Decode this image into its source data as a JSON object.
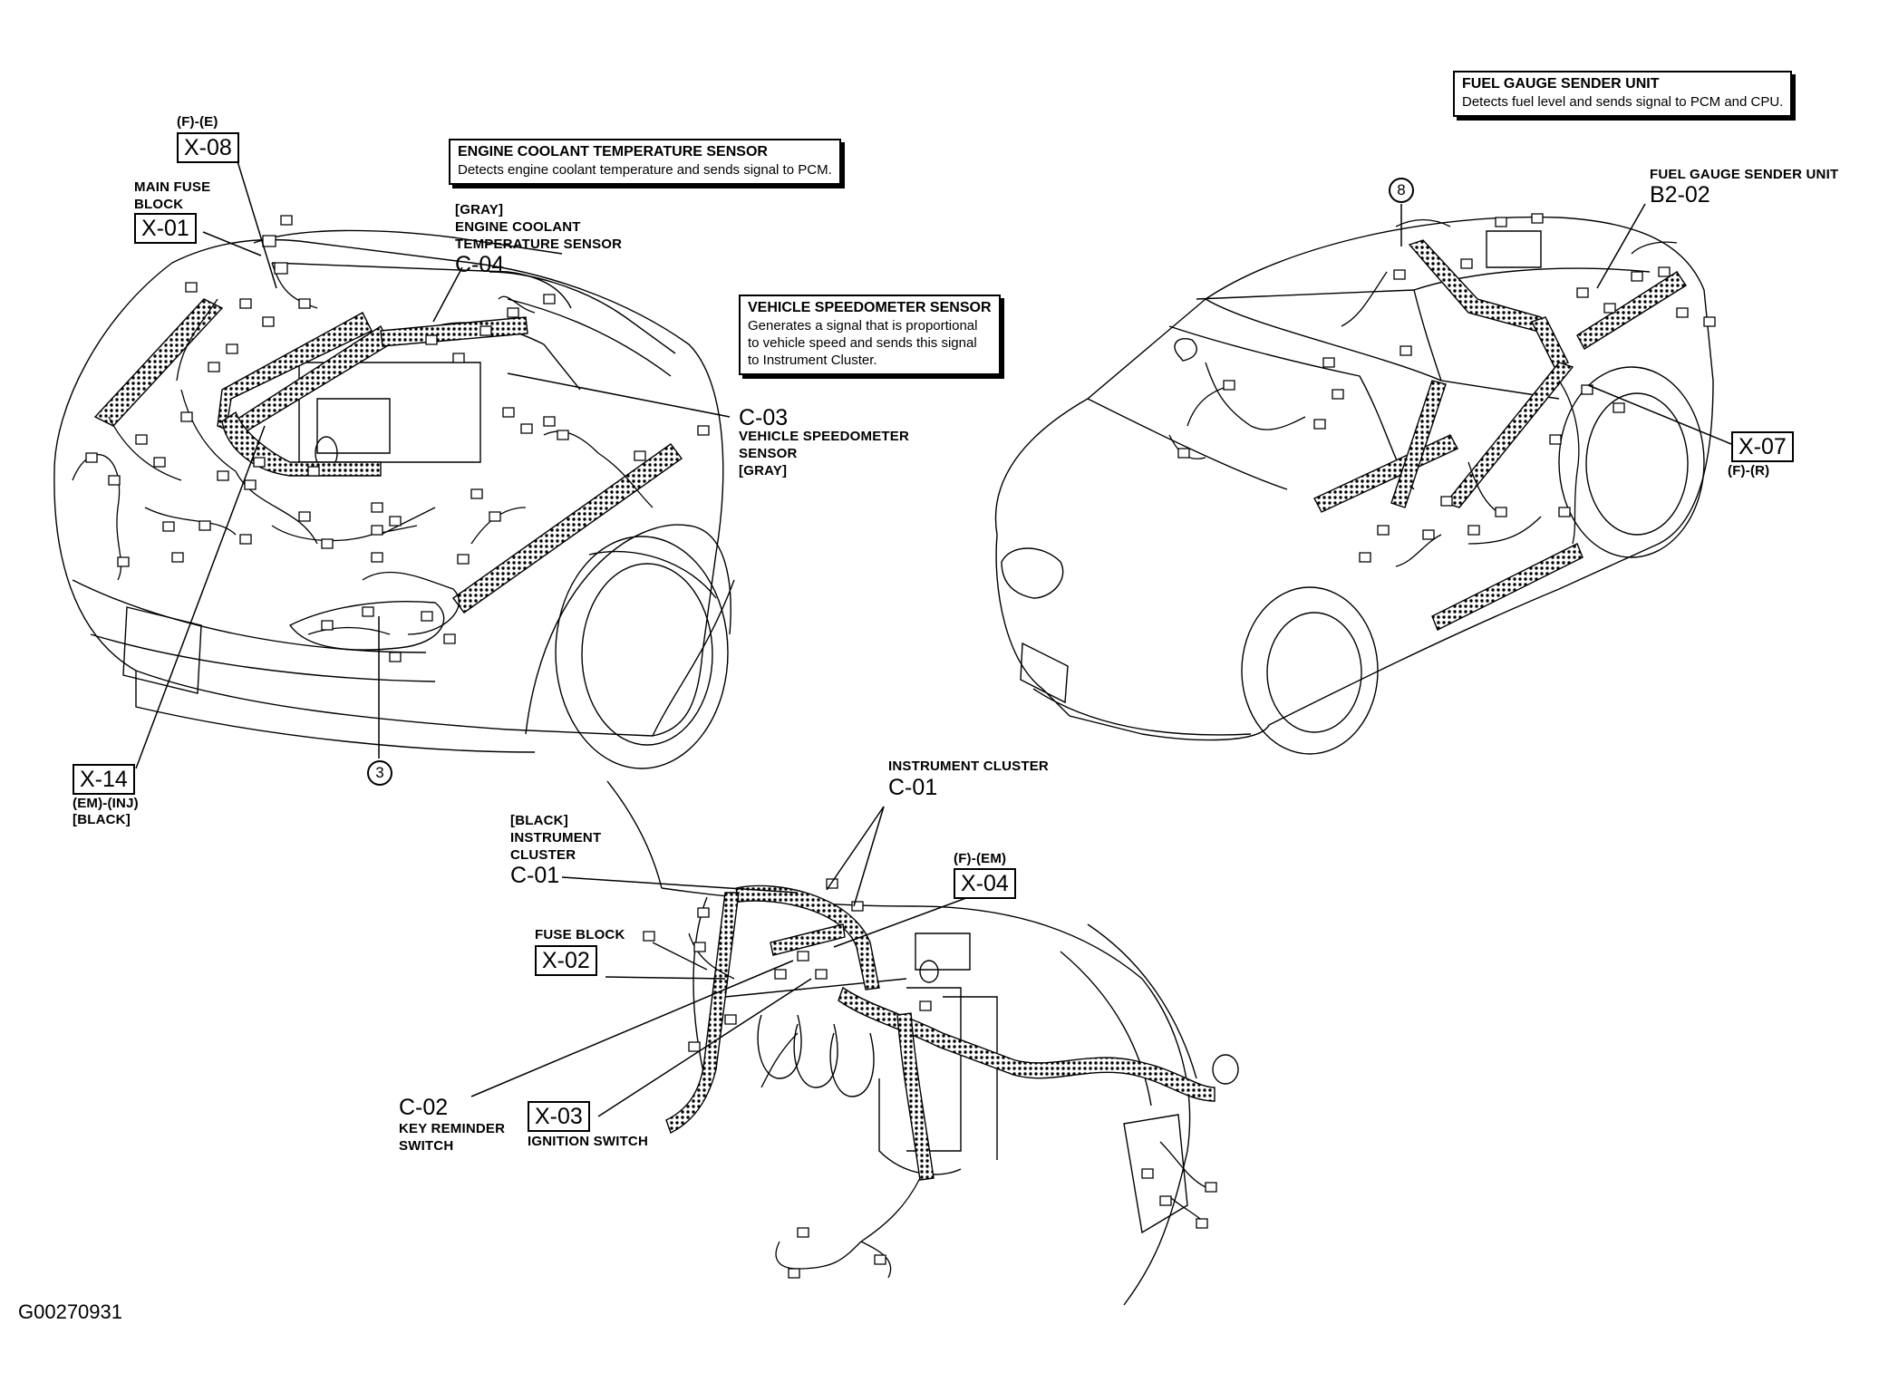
{
  "figure_id": "G00270931",
  "info_boxes": {
    "ect": {
      "title": "ENGINE COOLANT TEMPERATURE SENSOR",
      "desc": [
        "Detects engine coolant temperature and sends signal to PCM."
      ]
    },
    "vss": {
      "title": "VEHICLE SPEEDOMETER SENSOR",
      "desc": [
        "Generates a signal that is proportional",
        "to vehicle speed and sends this signal",
        "to Instrument Cluster."
      ]
    },
    "fuel": {
      "title": "FUEL GAUGE SENDER UNIT",
      "desc": [
        "Detects fuel level and sends signal to PCM and CPU."
      ]
    }
  },
  "front_view": {
    "x08": {
      "code": "X-08",
      "sub": "(F)-(E)"
    },
    "x01": {
      "code": "X-01",
      "label": [
        "MAIN FUSE",
        "BLOCK"
      ]
    },
    "c04": {
      "code": "C-04",
      "label": [
        "[GRAY]",
        "ENGINE COOLANT",
        "TEMPERATURE SENSOR"
      ]
    },
    "c03": {
      "code": "C-03",
      "label": [
        "VEHICLE SPEEDOMETER",
        "SENSOR",
        "[GRAY]"
      ]
    },
    "x14": {
      "code": "X-14",
      "label": [
        "(EM)-(INJ)",
        "[BLACK]"
      ]
    },
    "ground": "3"
  },
  "rear_view": {
    "b202": {
      "code": "B2-02",
      "label": "FUEL GAUGE SENDER UNIT"
    },
    "x07": {
      "code": "X-07",
      "sub": "(F)-(R)"
    },
    "ground": "8"
  },
  "dash_view": {
    "c01_top": {
      "code": "C-01",
      "label": "INSTRUMENT CLUSTER"
    },
    "c01_left": {
      "code": "C-01",
      "label": [
        "[BLACK]",
        "INSTRUMENT",
        "CLUSTER"
      ]
    },
    "x04": {
      "code": "X-04",
      "sub": "(F)-(EM)"
    },
    "x02": {
      "code": "X-02",
      "label": "FUSE BLOCK"
    },
    "c02": {
      "code": "C-02",
      "label": [
        "KEY REMINDER",
        "SWITCH"
      ]
    },
    "x03": {
      "code": "X-03",
      "label": "IGNITION SWITCH"
    }
  }
}
